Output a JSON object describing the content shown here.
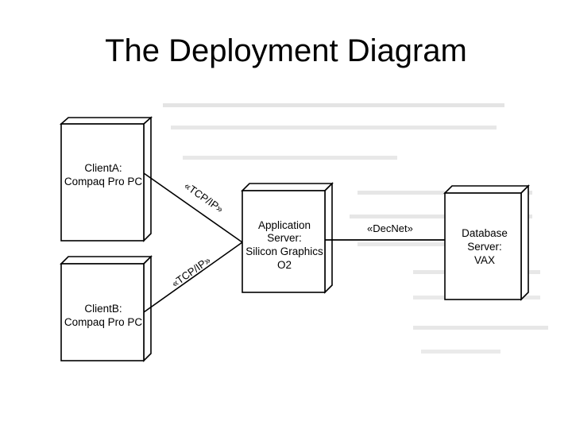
{
  "title": "The Deployment Diagram",
  "nodes": {
    "client_a": {
      "line1": "ClientA:",
      "line2": "Compaq Pro PC"
    },
    "client_b": {
      "line1": "ClientB:",
      "line2": "Compaq Pro PC"
    },
    "app_server": {
      "line1": "Application",
      "line2": "Server:",
      "line3": "Silicon Graphics",
      "line4": "O2"
    },
    "db_server": {
      "line1": "Database",
      "line2": "Server:",
      "line3": "VAX"
    }
  },
  "connections": {
    "a_to_app": "«TCP/IP»",
    "b_to_app": "«TCP/IP»",
    "app_to_db": "«DecNet»"
  }
}
